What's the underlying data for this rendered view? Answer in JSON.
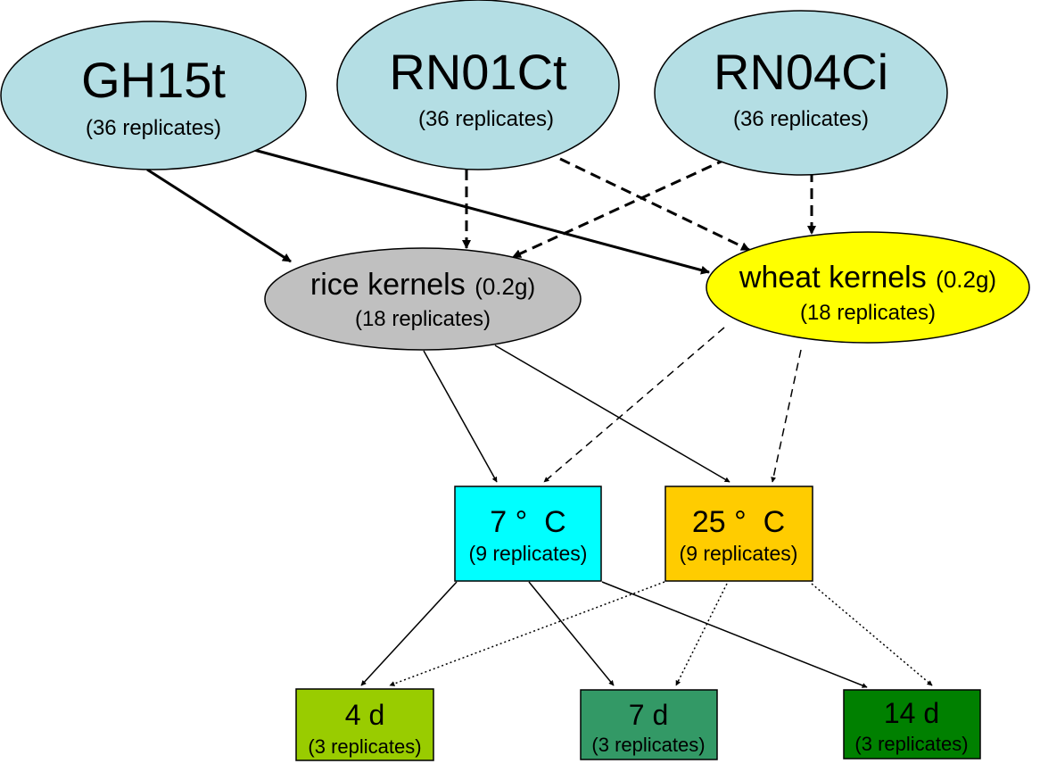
{
  "strains": [
    {
      "name": "GH15t",
      "replicates": "(36 replicates)",
      "color": "#b4dee4"
    },
    {
      "name": "RN01Ct",
      "replicates": "(36 replicates)",
      "color": "#b4dee4"
    },
    {
      "name": "RN04Ci",
      "replicates": "(36 replicates)",
      "color": "#b4dee4"
    }
  ],
  "substrates": [
    {
      "name": "rice kernels",
      "amount": "(0.2g)",
      "replicates": "(18 replicates)",
      "color": "#c0c0c0"
    },
    {
      "name": "wheat kernels",
      "amount": "(0.2g)",
      "replicates": "(18 replicates)",
      "color": "#ffff00"
    }
  ],
  "temperatures": [
    {
      "label": "7 °  C",
      "replicates": "(9 replicates)",
      "color": "#00ffff"
    },
    {
      "label": "25 °  C",
      "replicates": "(9 replicates)",
      "color": "#ffcc00"
    }
  ],
  "durations": [
    {
      "label": "4 d",
      "replicates": "(3 replicates)",
      "color": "#99cc00"
    },
    {
      "label": "7 d",
      "replicates": "(3 replicates)",
      "color": "#339966"
    },
    {
      "label": "14 d",
      "replicates": "(3 replicates)",
      "color": "#008000"
    }
  ]
}
